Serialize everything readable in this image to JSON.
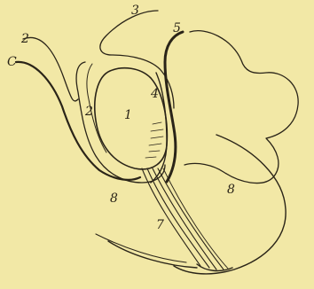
{
  "labels": {
    "l1": "1",
    "l2": "2",
    "l3": "3",
    "l4": "4",
    "l5": "5",
    "l7": "7",
    "l8a": "8",
    "l8b": "8",
    "lC": "C",
    "l2b": "2"
  },
  "colors": {
    "paper": "#f2e8a6",
    "ink": "#2a2418"
  }
}
